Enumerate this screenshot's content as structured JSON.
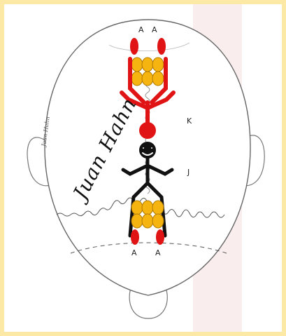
{
  "labels": {
    "top_left": "A",
    "top_right": "A",
    "bottom_left": "A",
    "bottom_right": "A",
    "k": "K",
    "j": "J"
  },
  "signature": "Juan Hahn",
  "signature_small": "Juan Hahn",
  "colors": {
    "background": "#fde9a6",
    "red": "#e01414",
    "yellow": "#f5b410",
    "black": "#111111"
  }
}
